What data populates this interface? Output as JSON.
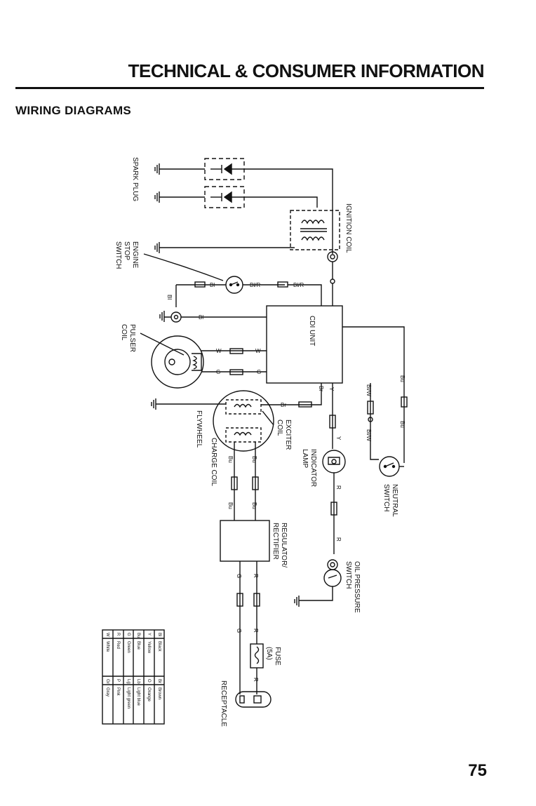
{
  "header": {
    "title": "TECHNICAL & CONSUMER INFORMATION"
  },
  "section": {
    "title": "WIRING DIAGRAMS"
  },
  "page_number": "75",
  "components": {
    "spark_plug": "SPARK PLUG",
    "ignition_coil": "IGNITION COIL",
    "engine_stop_switch": [
      "ENGINE",
      "STOP",
      "SWITCH"
    ],
    "cdi_unit": "CDI UNIT",
    "pulser_coil": [
      "PULSER",
      "COIL"
    ],
    "flywheel": "FLYWHEEL",
    "exciter_coil": [
      "EXCITER",
      "COIL"
    ],
    "charge_coil": "CHARGE COIL",
    "indicator_lamp": [
      "INDICATOR",
      "LAMP"
    ],
    "neutral_switch": [
      "NEUTRAL",
      "SWITCH"
    ],
    "regulator_rectifier": [
      "REGULATOR/",
      "RECTIFIER"
    ],
    "oil_pressure_switch": [
      "OIL PRESSURE",
      "SWITCH"
    ],
    "fuse": [
      "FUSE",
      "(5A)"
    ],
    "receptacle": "RECEPTACLE"
  },
  "wire_labels": {
    "bl": "Bl",
    "bl_r": "Bl/R",
    "w": "W",
    "g": "G",
    "br": "Br",
    "y": "Y",
    "bl_w": "Bl/W",
    "bu": "Bu",
    "r": "R"
  },
  "color_key": [
    [
      "Bl",
      "Black",
      "Br",
      "Brown"
    ],
    [
      "Y",
      "Yellow",
      "O",
      "Orange"
    ],
    [
      "Bu",
      "Blue",
      "Lb",
      "Light blue"
    ],
    [
      "G",
      "Green",
      "Lg",
      "Light green"
    ],
    [
      "R",
      "Red",
      "P",
      "Pink"
    ],
    [
      "W",
      "White",
      "Gr",
      "Gray"
    ]
  ]
}
